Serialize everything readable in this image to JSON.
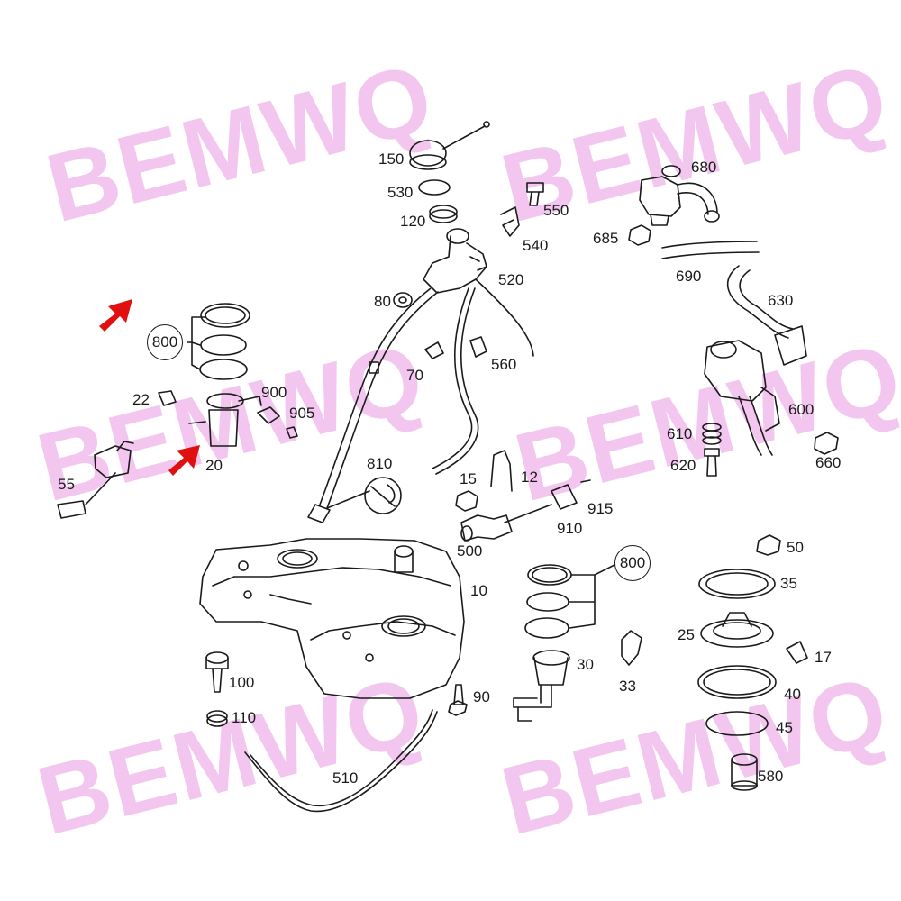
{
  "watermark": {
    "text": "BEMWQ",
    "color": "#f3c6ef"
  },
  "accent": {
    "arrow": "#e01010",
    "line": "#1a1a1a"
  },
  "labels": {
    "p10": "10",
    "p12": "12",
    "p15": "15",
    "p17": "17",
    "p20": "20",
    "p22": "22",
    "p25": "25",
    "p30": "30",
    "p33": "33",
    "p35": "35",
    "p40": "40",
    "p45": "45",
    "p50": "50",
    "p55": "55",
    "p70": "70",
    "p80": "80",
    "p90": "90",
    "p100": "100",
    "p110": "110",
    "p120": "120",
    "p150": "150",
    "p500": "500",
    "p510": "510",
    "p520": "520",
    "p530": "530",
    "p540": "540",
    "p550": "550",
    "p560": "560",
    "p580": "580",
    "p600": "600",
    "p610": "610",
    "p620": "620",
    "p630": "630",
    "p660": "660",
    "p680": "680",
    "p685": "685",
    "p690": "690",
    "p800a": "800",
    "p800b": "800",
    "p810": "810",
    "p900": "900",
    "p905": "905",
    "p910": "910",
    "p915": "915"
  }
}
